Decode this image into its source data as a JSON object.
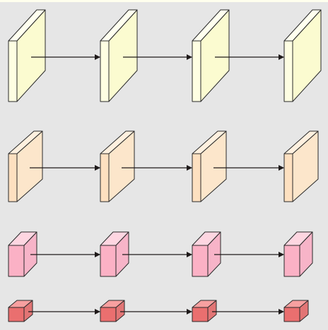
{
  "rows": [
    {
      "name": "row-1",
      "blocks": 4,
      "colors": {
        "front": "#fefee2",
        "top": "#ffffef",
        "side": "#fbfbd0"
      }
    },
    {
      "name": "row-2",
      "blocks": 4,
      "colors": {
        "front": "#fde0c0",
        "top": "#fff0df",
        "side": "#fce6cb"
      }
    },
    {
      "name": "row-3",
      "blocks": 4,
      "colors": {
        "front": "#fbb1c5",
        "top": "#fed6e1",
        "side": "#f7b4c8"
      }
    },
    {
      "name": "row-4",
      "blocks": 4,
      "colors": {
        "front": "#ea6f6f",
        "top": "#f7a0a0",
        "side": "#e27575"
      }
    }
  ],
  "stroke_color": "#2a2a2a",
  "arrow_color": "#1f1a1a"
}
